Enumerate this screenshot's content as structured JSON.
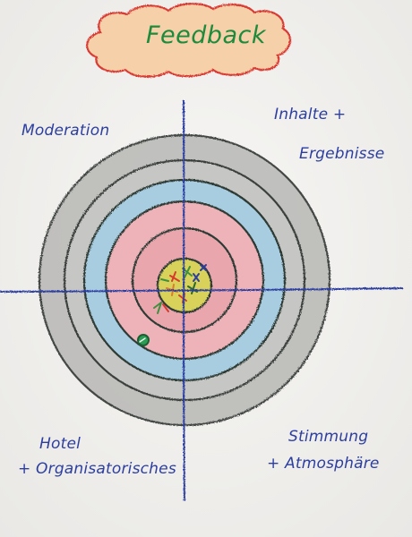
{
  "title": "Feedback",
  "quadrants": {
    "top_left": "Moderation",
    "top_right_line1": "Inhalte +",
    "top_right_line2": "Ergebnisse",
    "bottom_left_line1": "Hotel",
    "bottom_left_line2": "+ Organisatorisches",
    "bottom_right_line1": "Stimmung",
    "bottom_right_line2": "+ Atmosphäre"
  },
  "colors": {
    "marker_blue": "#2c3ea0",
    "title_green": "#1d8a3c",
    "cloud_red": "#d8322c",
    "cloud_fill": "#f6cfa6",
    "ring_gray": "#bdbdbb",
    "ring_blue": "#a9cde0",
    "ring_red": "#eeb3b8",
    "center_yellow": "#d9d25a"
  }
}
